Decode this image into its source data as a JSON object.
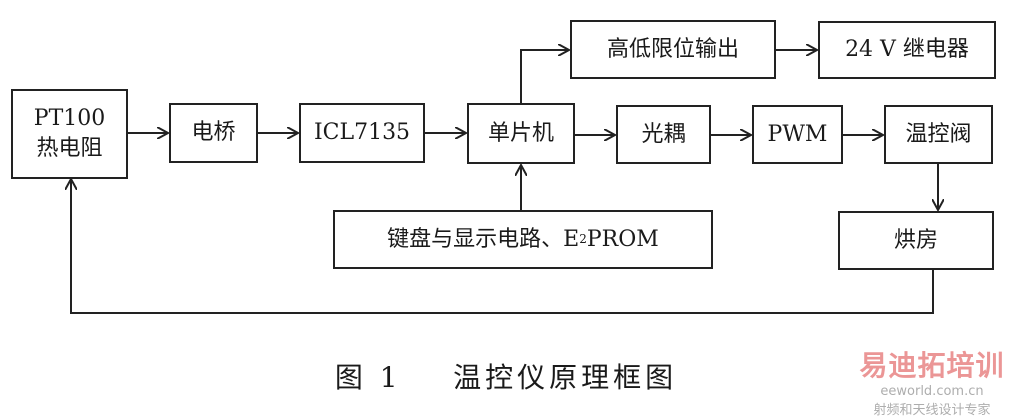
{
  "nodes": {
    "pt100": {
      "line1": "PT100",
      "line2": "热电阻"
    },
    "bridge": "电桥",
    "adc": "ICL7135",
    "mcu": "单片机",
    "limit_output": "高低限位输出",
    "relay": "24 V 继电器",
    "optocoupler": "光耦",
    "pwm": "PWM",
    "valve": "温控阀",
    "oven": "烘房",
    "keyboard": {
      "text": "键盘与显示电路、E",
      "sup": "2",
      "tail": "PROM"
    }
  },
  "caption": "图 1    温控仪原理框图",
  "watermark": {
    "brand": "易迪拓培训",
    "tagline": "射频和天线设计专家",
    "site": "eeworld.com.cn"
  }
}
